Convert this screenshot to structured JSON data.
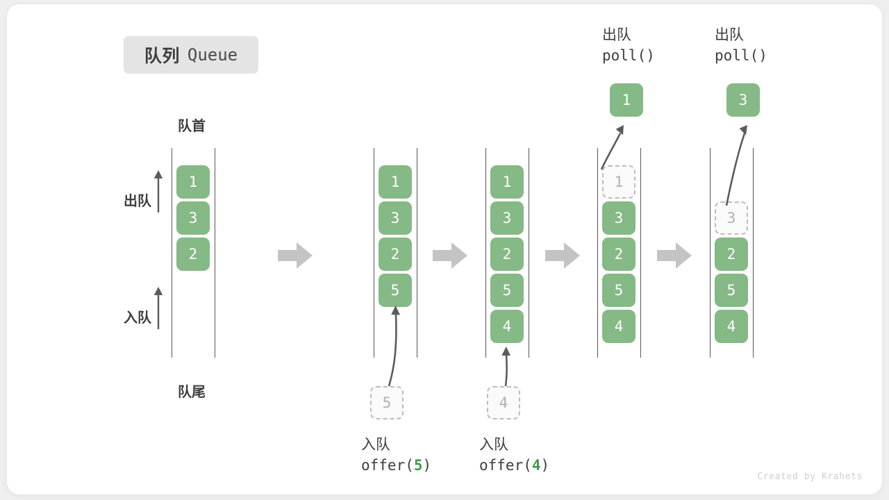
{
  "title": {
    "cn": "队列",
    "en": "Queue"
  },
  "labels": {
    "head": "队首",
    "tail": "队尾",
    "dequeue_side": "出队",
    "enqueue_side": "入队"
  },
  "colors": {
    "cell_fill": "#85b985",
    "cell_text": "#ffffff",
    "ghost_fill": "#fafafa",
    "ghost_border": "#bdbdbd",
    "ghost_text": "#b0b0b0",
    "rail": "#555555",
    "block_arrow": "#c4c4c4",
    "curve_arrow": "#5b5b5b",
    "badge_bg": "#e4e4e4",
    "text": "#3d3d3d",
    "code_number": "#3f9b49",
    "watermark": "#cfcfcf",
    "page_bg": "#efefef",
    "card_bg": "#ffffff"
  },
  "columns": [
    {
      "id": "initial",
      "cells": [
        {
          "value": "1",
          "state": "filled"
        },
        {
          "value": "3",
          "state": "filled"
        },
        {
          "value": "2",
          "state": "filled"
        },
        {
          "value": "",
          "state": "empty"
        },
        {
          "value": "",
          "state": "empty"
        }
      ],
      "caption_cn": "",
      "caption_code": "",
      "popped": null
    },
    {
      "id": "offer-5",
      "cells": [
        {
          "value": "1",
          "state": "filled"
        },
        {
          "value": "3",
          "state": "filled"
        },
        {
          "value": "2",
          "state": "filled"
        },
        {
          "value": "5",
          "state": "filled"
        },
        {
          "value": "",
          "state": "empty"
        }
      ],
      "caption_cn": "入队",
      "caption_code": "offer(5)",
      "caption_code_prefix": "offer(",
      "caption_code_num": "5",
      "caption_code_suffix": ")",
      "incoming": "5",
      "popped": null
    },
    {
      "id": "offer-4",
      "cells": [
        {
          "value": "1",
          "state": "filled"
        },
        {
          "value": "3",
          "state": "filled"
        },
        {
          "value": "2",
          "state": "filled"
        },
        {
          "value": "5",
          "state": "filled"
        },
        {
          "value": "4",
          "state": "filled"
        }
      ],
      "caption_cn": "入队",
      "caption_code": "offer(4)",
      "caption_code_prefix": "offer(",
      "caption_code_num": "4",
      "caption_code_suffix": ")",
      "incoming": "4",
      "popped": null
    },
    {
      "id": "poll-1",
      "cells": [
        {
          "value": "1",
          "state": "ghost"
        },
        {
          "value": "3",
          "state": "filled"
        },
        {
          "value": "2",
          "state": "filled"
        },
        {
          "value": "5",
          "state": "filled"
        },
        {
          "value": "4",
          "state": "filled"
        }
      ],
      "caption_cn": "出队",
      "caption_code": "poll()",
      "popped": "1"
    },
    {
      "id": "poll-3",
      "cells": [
        {
          "value": "",
          "state": "empty"
        },
        {
          "value": "3",
          "state": "ghost"
        },
        {
          "value": "2",
          "state": "filled"
        },
        {
          "value": "5",
          "state": "filled"
        },
        {
          "value": "4",
          "state": "filled"
        }
      ],
      "caption_cn": "出队",
      "caption_code": "poll()",
      "popped": "3"
    }
  ],
  "watermark": "Created by Krahets"
}
